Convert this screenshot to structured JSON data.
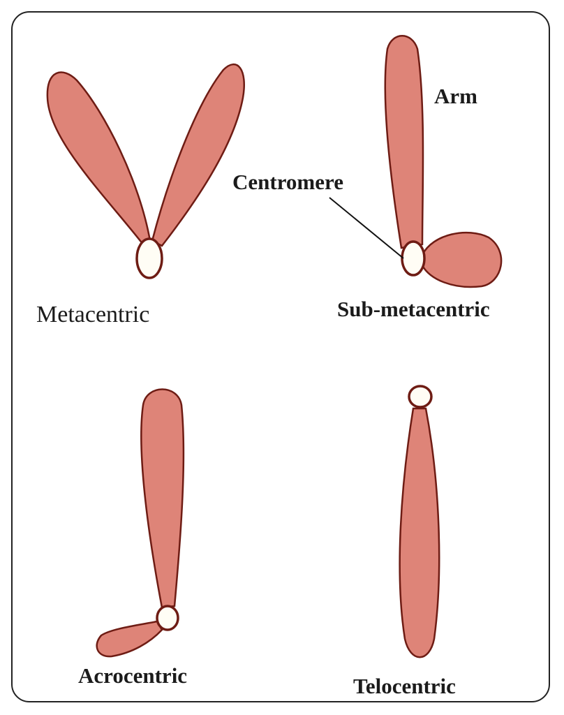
{
  "labels": {
    "metacentric": "Metacentric",
    "sub_metacentric": "Sub-metacentric",
    "acrocentric": "Acrocentric",
    "telocentric": "Telocentric",
    "arm": "Arm",
    "centromere": "Centromere"
  },
  "colors": {
    "chromatid": "#de8478",
    "outline": "#6e1c14",
    "centromere": "#fffdf5"
  }
}
